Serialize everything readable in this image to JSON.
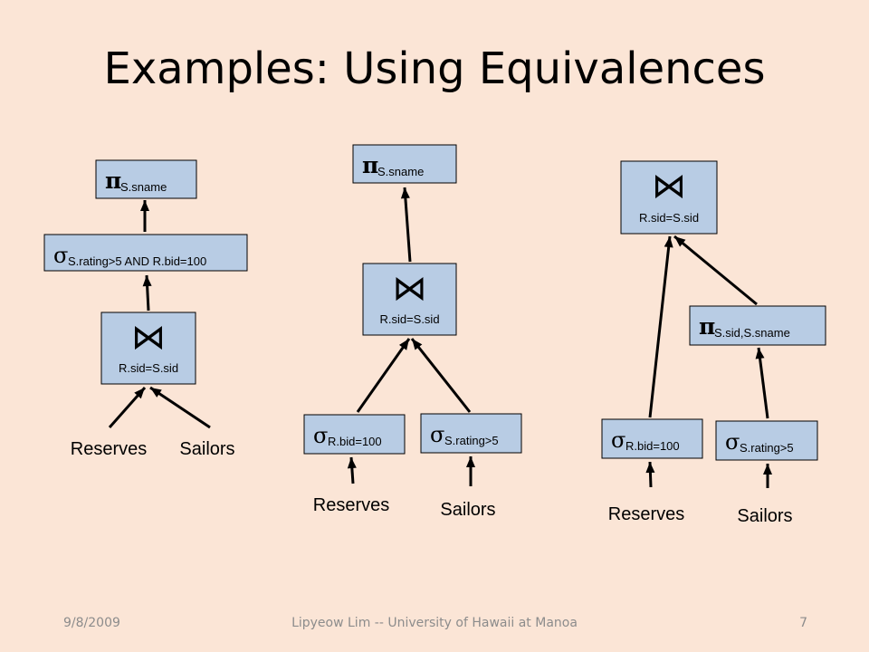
{
  "title": "Examples: Using Equivalences",
  "symbols": {
    "project": "π",
    "select": "σ",
    "join": "⋈"
  },
  "trees": [
    {
      "nodes": [
        {
          "id": "t1-proj",
          "op": "project",
          "sub": "S.sname"
        },
        {
          "id": "t1-sel",
          "op": "select",
          "sub": "S.rating>5 AND R.bid=100"
        },
        {
          "id": "t1-join",
          "op": "join",
          "sub": "R.sid=S.sid"
        }
      ],
      "leaves": [
        {
          "id": "t1-reserves",
          "label": "Reserves"
        },
        {
          "id": "t1-sailors",
          "label": "Sailors"
        }
      ]
    },
    {
      "nodes": [
        {
          "id": "t2-proj",
          "op": "project",
          "sub": "S.sname"
        },
        {
          "id": "t2-join",
          "op": "join",
          "sub": "R.sid=S.sid"
        },
        {
          "id": "t2-sel-r",
          "op": "select",
          "sub": "R.bid=100"
        },
        {
          "id": "t2-sel-s",
          "op": "select",
          "sub": "S.rating>5"
        }
      ],
      "leaves": [
        {
          "id": "t2-reserves",
          "label": "Reserves"
        },
        {
          "id": "t2-sailors",
          "label": "Sailors"
        }
      ]
    },
    {
      "nodes": [
        {
          "id": "t3-join",
          "op": "join",
          "sub": "R.sid=S.sid"
        },
        {
          "id": "t3-proj",
          "op": "project",
          "sub": "S.sid,S.sname"
        },
        {
          "id": "t3-sel-r",
          "op": "select",
          "sub": "R.bid=100"
        },
        {
          "id": "t3-sel-s",
          "op": "select",
          "sub": "S.rating>5"
        }
      ],
      "leaves": [
        {
          "id": "t3-reserves",
          "label": "Reserves"
        },
        {
          "id": "t3-sailors",
          "label": "Sailors"
        }
      ]
    }
  ],
  "footer": {
    "date": "9/8/2009",
    "center": "Lipyeow Lim -- University of Hawaii at Manoa",
    "page": "7"
  }
}
